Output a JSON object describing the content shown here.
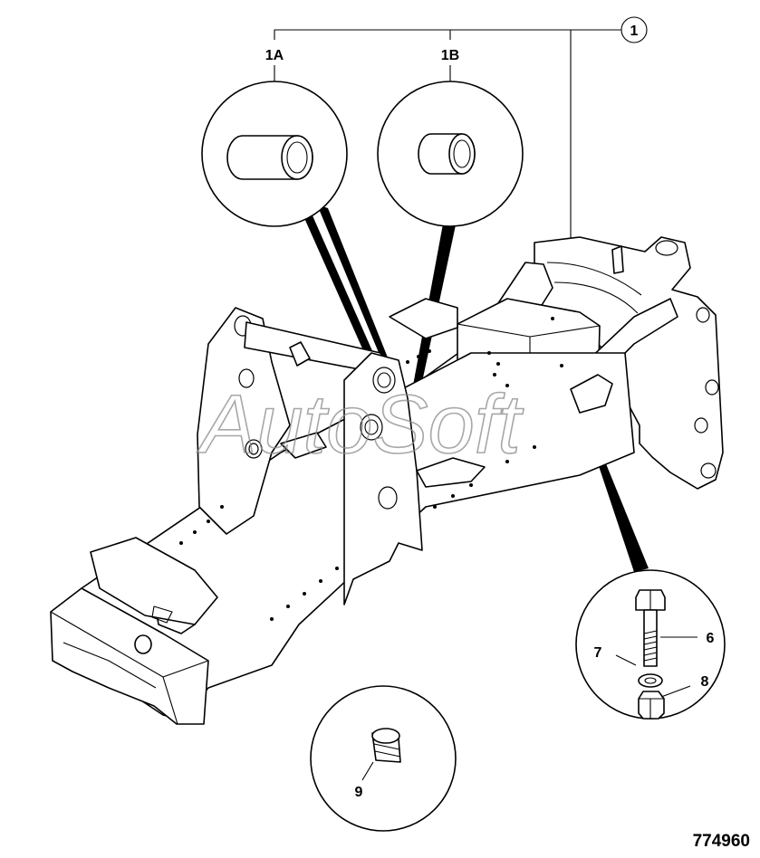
{
  "callouts": {
    "c1": "1",
    "c1a": "1A",
    "c1b": "1B",
    "c6": "6",
    "c7": "7",
    "c8": "8",
    "c9": "9"
  },
  "watermark": "AutoSoft",
  "figure_id": "774960"
}
